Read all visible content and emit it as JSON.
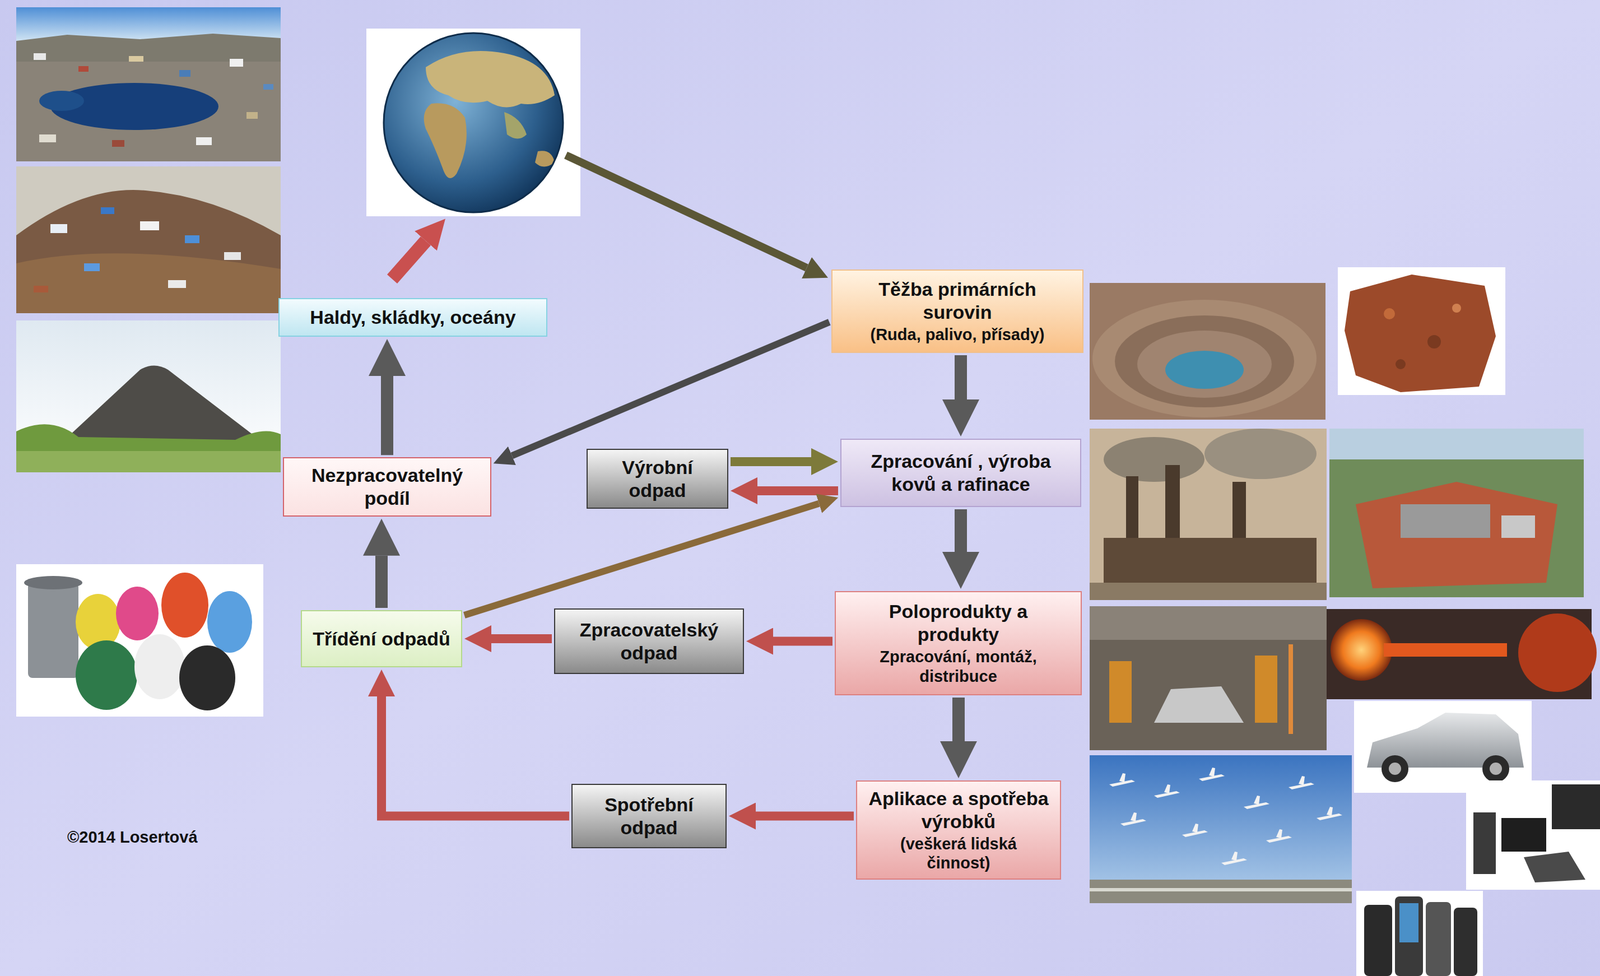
{
  "diagram": {
    "nodes": [
      {
        "text": [
          "Haldy, skládky, oceány"
        ]
      },
      {
        "text": [
          "Těžba primárních surovin",
          "(Ruda, palivo, přísady)"
        ]
      },
      {
        "text": [
          "Nezpracovatelný podíl"
        ]
      },
      {
        "text": [
          "Výrobní odpad"
        ]
      },
      {
        "text": [
          "Zpracování , výroba kovů a rafinace"
        ]
      },
      {
        "text": [
          "Třídění odpadů"
        ]
      },
      {
        "text": [
          "Zpracovatelský odpad"
        ]
      },
      {
        "text": [
          "Poloprodukty a produkty",
          "Zpracování, montáž, distribuce"
        ]
      },
      {
        "text": [
          "Spotřební odpad"
        ]
      },
      {
        "text": [
          "Aplikace a spotřeba výrobků",
          "(veškerá lidská činnost)"
        ]
      }
    ],
    "edges": [
      {
        "from": 1,
        "to": 4,
        "arrow": "to"
      },
      {
        "from": 1,
        "to": 2,
        "arrow": "to"
      },
      {
        "from": 3,
        "to": 4,
        "arrow": "to"
      },
      {
        "from": 4,
        "to": 3,
        "arrow": "to"
      },
      {
        "from": 5,
        "to": 4,
        "arrow": "to"
      },
      {
        "from": 4,
        "to": 7,
        "arrow": "to"
      },
      {
        "from": 7,
        "to": 6,
        "arrow": "to"
      },
      {
        "from": 6,
        "to": 5,
        "arrow": "to"
      },
      {
        "from": 7,
        "to": 9,
        "arrow": "to"
      },
      {
        "from": 9,
        "to": 8,
        "arrow": "to"
      },
      {
        "from": 8,
        "to": 5,
        "arrow": "to"
      },
      {
        "from": 5,
        "to": 2,
        "arrow": "to"
      },
      {
        "from": 2,
        "to": 0,
        "arrow": "to"
      }
    ],
    "labels": [
      "©2014 Losertová"
    ]
  }
}
